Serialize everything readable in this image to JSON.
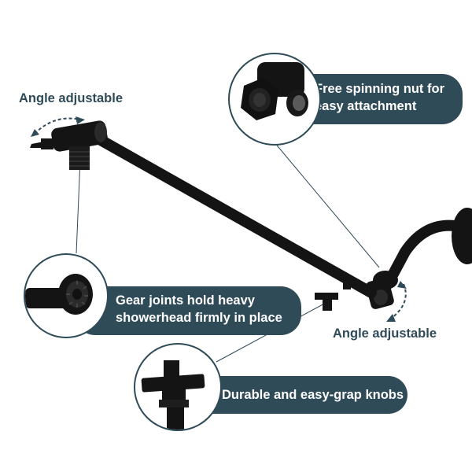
{
  "colors": {
    "accent": "#2f4b58",
    "product": "#141414",
    "background": "#ffffff"
  },
  "labels": {
    "angle_top_left": "Angle adjustable",
    "angle_bottom_right": "Angle adjustable"
  },
  "callouts": {
    "nut": {
      "line1": "Free spinning nut for",
      "line2": "easy attachment"
    },
    "gear": {
      "line1": "Gear joints hold heavy",
      "line2": "showerhead firmly in place"
    },
    "knobs": {
      "line1": "Durable and easy-grap knobs"
    }
  },
  "icons": [
    "curved-arrow-icon",
    "curved-arrow-icon"
  ]
}
